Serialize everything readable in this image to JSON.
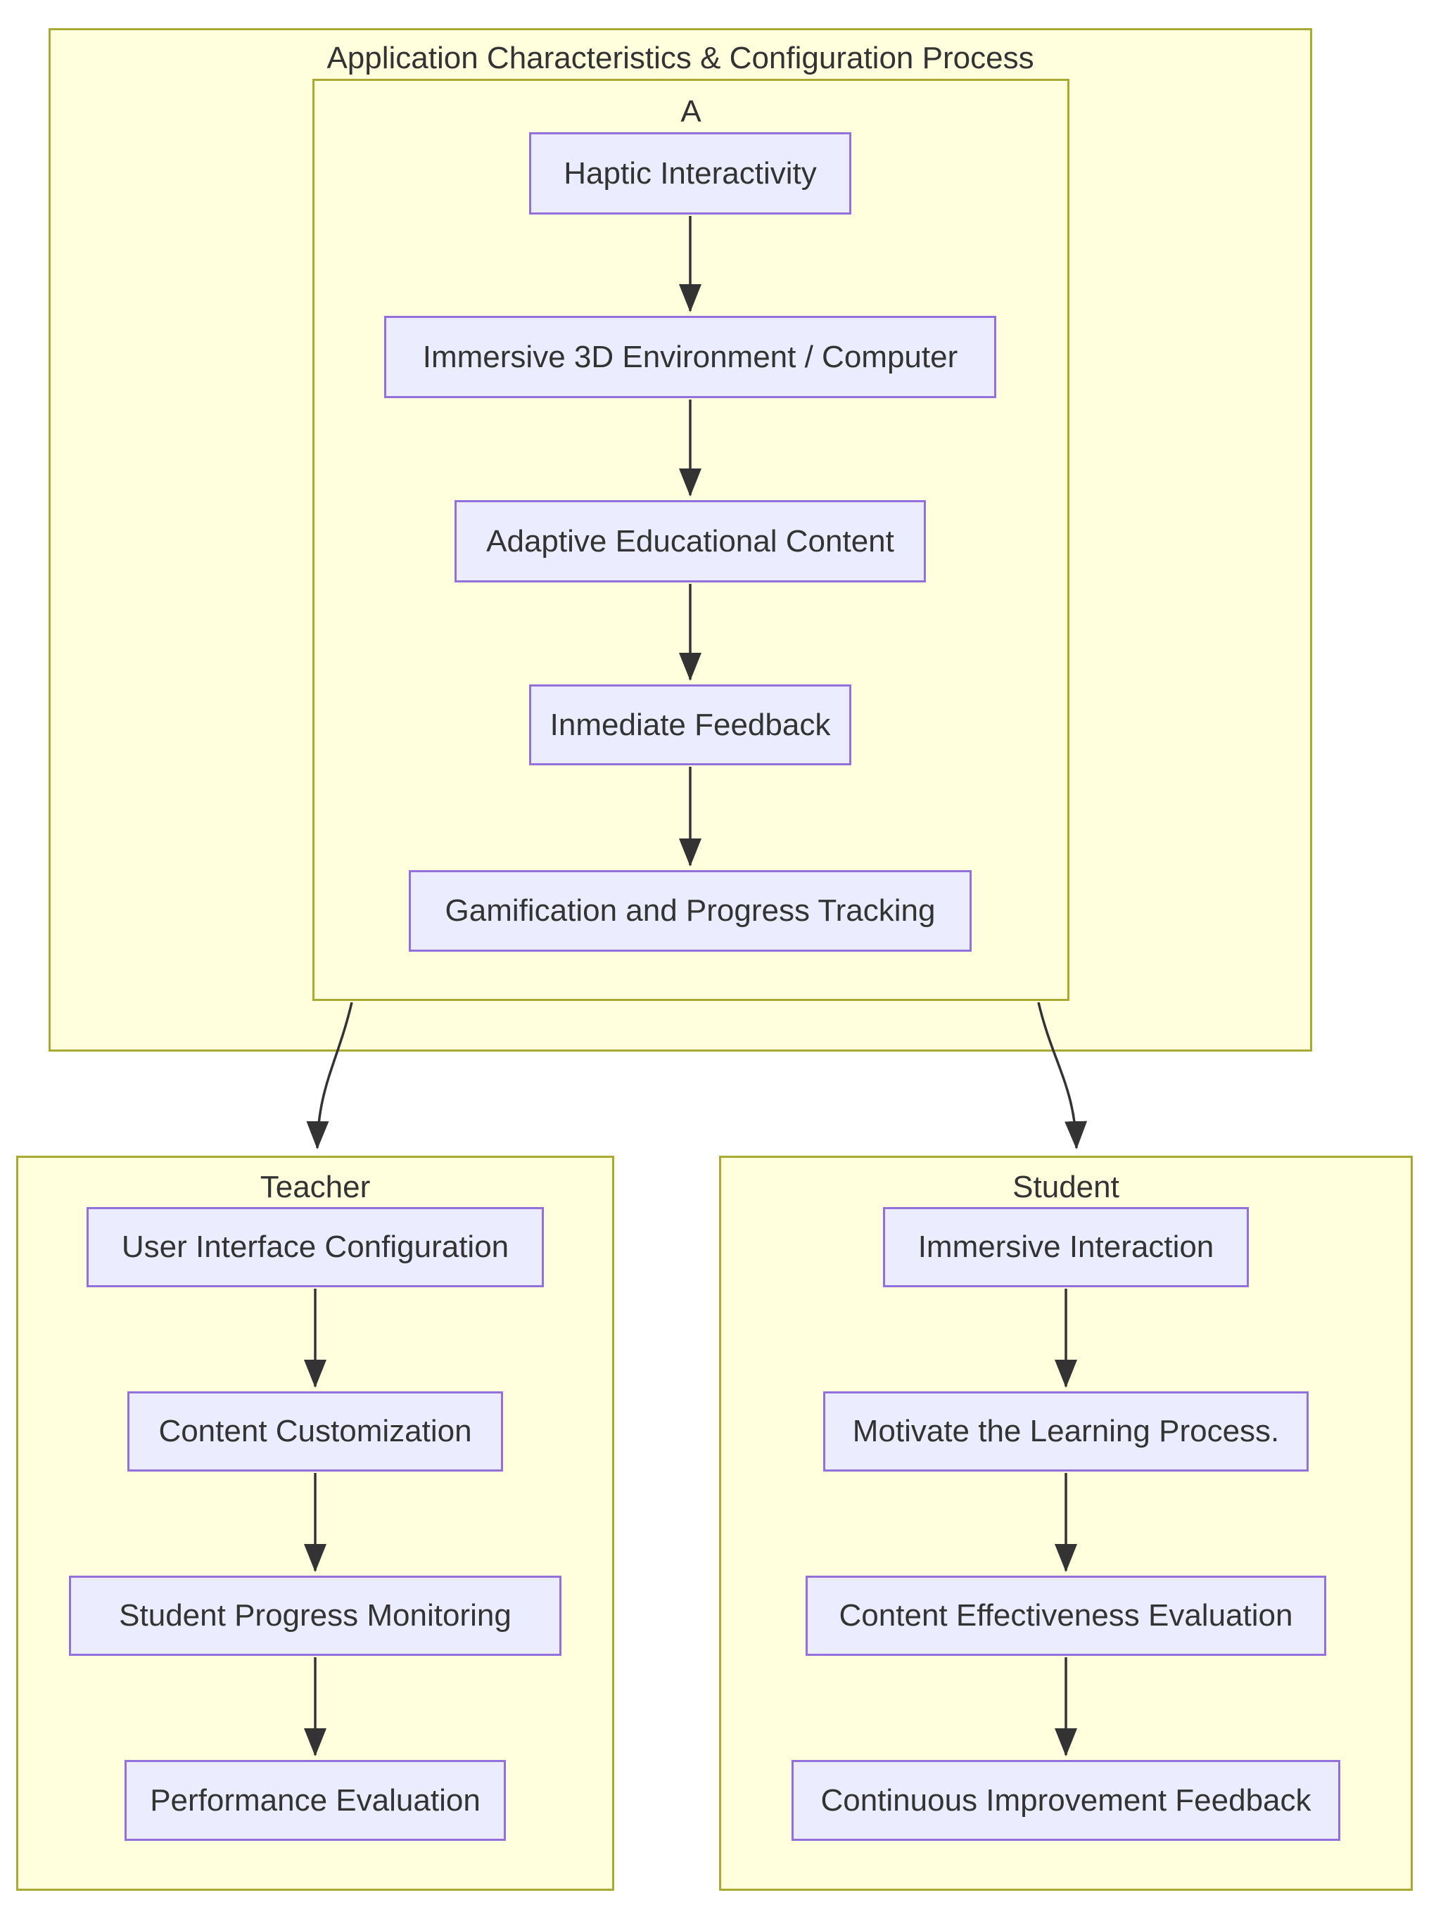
{
  "diagram": {
    "type": "flowchart",
    "colors": {
      "cluster_fill": "#ffffde",
      "cluster_border": "#aaaa33",
      "node_fill": "#ececff",
      "node_border": "#9370db",
      "text": "#333333",
      "edge": "#333333",
      "page_background": "#ffffff"
    },
    "clusters": {
      "app": {
        "title": "Application Characteristics & Configuration Process"
      },
      "a": {
        "title": "A",
        "nodes": [
          "Haptic Interactivity",
          "Immersive 3D Environment / Computer",
          "Adaptive Educational Content",
          "Inmediate Feedback",
          "Gamification and Progress Tracking"
        ]
      },
      "teacher": {
        "title": "Teacher",
        "nodes": [
          "User Interface Configuration",
          "Content Customization",
          "Student Progress Monitoring",
          "Performance Evaluation"
        ]
      },
      "student": {
        "title": "Student",
        "nodes": [
          "Immersive Interaction",
          "Motivate the Learning Process.",
          "Content Effectiveness Evaluation",
          "Continuous Improvement Feedback"
        ]
      }
    },
    "edges": [
      "Haptic Interactivity -> Immersive 3D Environment / Computer",
      "Immersive 3D Environment / Computer -> Adaptive Educational Content",
      "Adaptive Educational Content -> Inmediate Feedback",
      "Inmediate Feedback -> Gamification and Progress Tracking",
      "A -> Teacher",
      "A -> Student",
      "User Interface Configuration -> Content Customization",
      "Content Customization -> Student Progress Monitoring",
      "Student Progress Monitoring -> Performance Evaluation",
      "Immersive Interaction -> Motivate the Learning Process.",
      "Motivate the Learning Process. -> Content Effectiveness Evaluation",
      "Content Effectiveness Evaluation -> Continuous Improvement Feedback"
    ]
  }
}
